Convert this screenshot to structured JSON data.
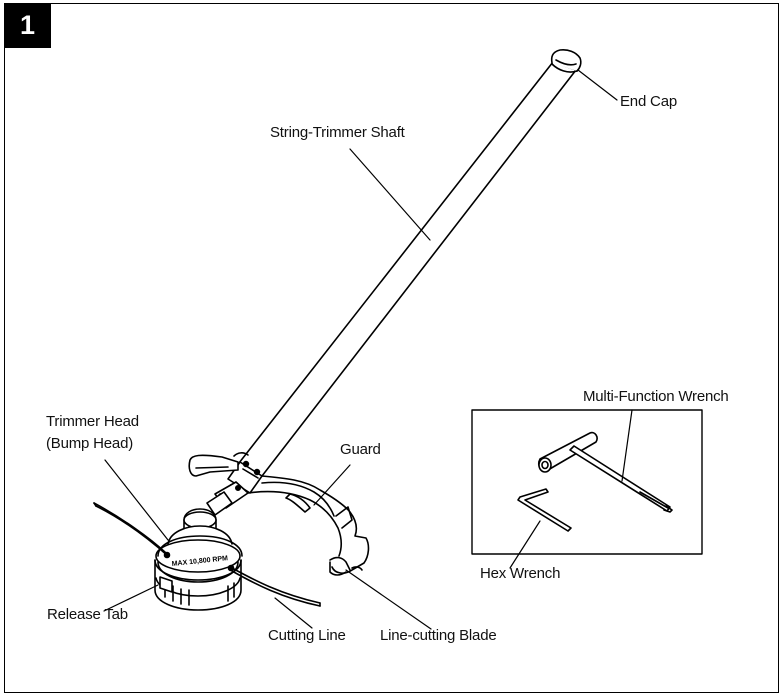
{
  "figure": {
    "number": "1"
  },
  "labels": {
    "end_cap": "End Cap",
    "shaft": "String-Trimmer Shaft",
    "trimmer_head_line1": "Trimmer Head",
    "trimmer_head_line2": "(Bump Head)",
    "guard": "Guard",
    "multi_function_wrench": "Multi-Function Wrench",
    "hex_wrench": "Hex Wrench",
    "release_tab": "Release Tab",
    "cutting_line": "Cutting Line",
    "line_cutting_blade": "Line-cutting Blade"
  },
  "head_marking": "MAX 10,800 RPM"
}
